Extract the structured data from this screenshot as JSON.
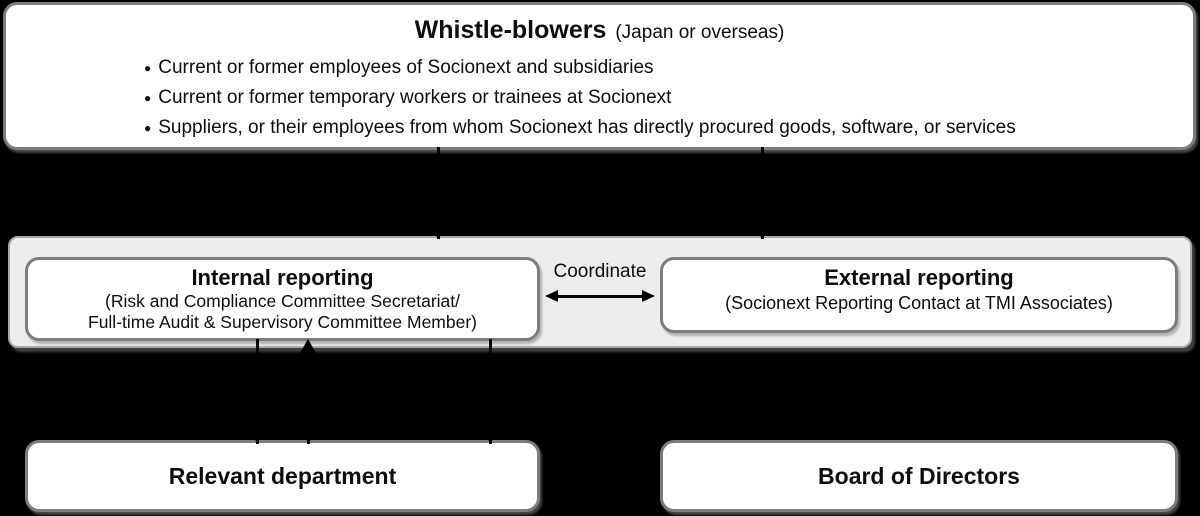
{
  "colors": {
    "background": "#000000",
    "box_fill": "#ffffff",
    "box_border": "#7d7d7d",
    "container_fill": "#ededed",
    "container_border": "#a8a8a8",
    "text": "#0d0d0d",
    "arrow": "#000000"
  },
  "icons": {
    "bullet": "●"
  },
  "whistleblowers": {
    "title": "Whistle-blowers",
    "title_suffix": "(Japan or overseas)",
    "bullets": [
      "Current or former employees of Socionext and subsidiaries",
      "Current or former temporary workers or trainees at Socionext",
      "Suppliers, or their employees from whom Socionext has directly procured goods, software, or services"
    ]
  },
  "reporting": {
    "internal": {
      "title": "Internal reporting",
      "subtitle_line1": "(Risk and Compliance Committee Secretariat/",
      "subtitle_line2": "Full-time Audit & Supervisory Committee Member)"
    },
    "coordinate_label": "Coordinate",
    "external": {
      "title": "External reporting",
      "subtitle": "(Socionext Reporting Contact at TMI Associates)"
    }
  },
  "bottom": {
    "relevant_department": "Relevant department",
    "board_of_directors": "Board of Directors"
  }
}
